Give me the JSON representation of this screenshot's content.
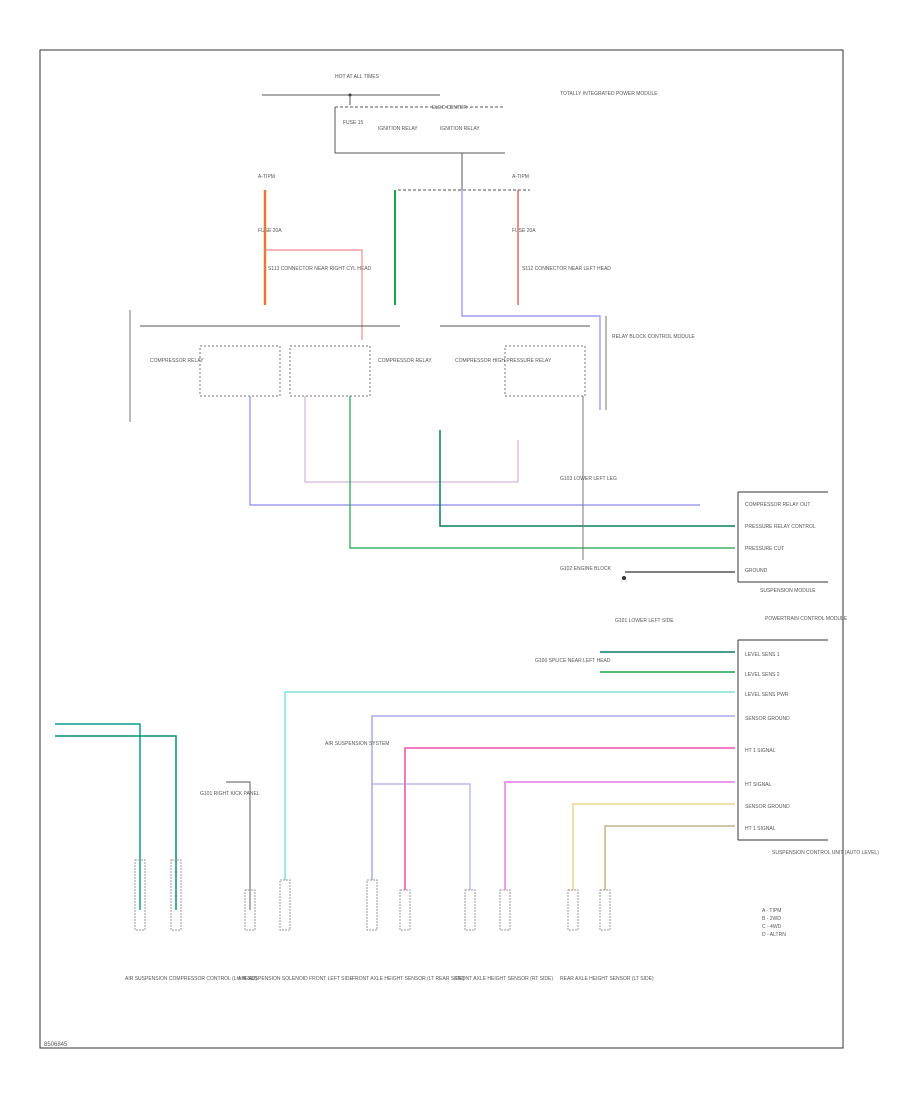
{
  "diagram": {
    "labels": {
      "hot_at_all_times": "HOT AT ALL TIMES",
      "fuse_top": "FUSE 15",
      "box_title": "ELEC CENTER",
      "totally_integrated": "TOTALLY INTEGRATED POWER MODULE",
      "a_tipm_left": "A-TIPM",
      "a_tipm_right": "A-TIPM",
      "fuse_left": "FUSE 20A",
      "fuse_right": "FUSE 20A",
      "splice_left": "S113 CONNECTOR NEAR RIGHT CYL HEAD",
      "splice_right": "S112 CONNECTOR NEAR LEFT HEAD",
      "relay_block": "RELAY BLOCK CONTROL MODULE",
      "relay_left": "COMPRESSOR RELAY",
      "relay_mid": "COMPRESSOR RELAY",
      "relay_right": "COMPRESSOR HIGH PRESSURE RELAY",
      "ground_mid": "G103 LOWER LEFT LEG",
      "ground_low": "G102 ENGINE BLOCK",
      "ground_low2": "G101 LOWER LEFT SIDE",
      "ground_left": "G101 RIGHT KICK PANEL",
      "module_top": "SUSPENSION MODULE",
      "module_bottom": "POWERTRAIN CONTROL MODULE",
      "suspension_module": "SUSPENSION CONTROL UNIT (AUTO LEVEL)",
      "air_suspension": "AIR SUSPENSION SYSTEM",
      "ground_splice": "G100 SPLICE NEAR LEFT HEAD"
    },
    "pins_top": [
      "COMPRESSOR RELAY OUT",
      "PRESSURE RELAY CONTROL",
      "PRESSURE CUT",
      "GROUND"
    ],
    "pins_bottom": [
      "LEVEL SENS 1",
      "LEVEL SENS 2",
      "LEVEL SENS PWR",
      "SENSOR GROUND",
      "HT 1 SIGNAL",
      "HT SIGNAL",
      "SENSOR GROUND",
      "HT 1 SIGNAL"
    ],
    "sensors": [
      "AIR SUSPENSION COMPRESSOR CONTROL (LH HEAD)",
      "AIR SUSPENSION SOLENOID FRONT LEFT SIDE",
      "FRONT AXLE HEIGHT SENSOR (LT REAR SIDE)",
      "FRONT AXLE HEIGHT SENSOR (RT SIDE)",
      "REAR AXLE HEIGHT SENSOR (LT SIDE)"
    ],
    "legend": [
      "A - TIPM",
      "B - 2WD",
      "C - 4WD",
      "D - ALTRN"
    ],
    "footer": "8506845"
  }
}
